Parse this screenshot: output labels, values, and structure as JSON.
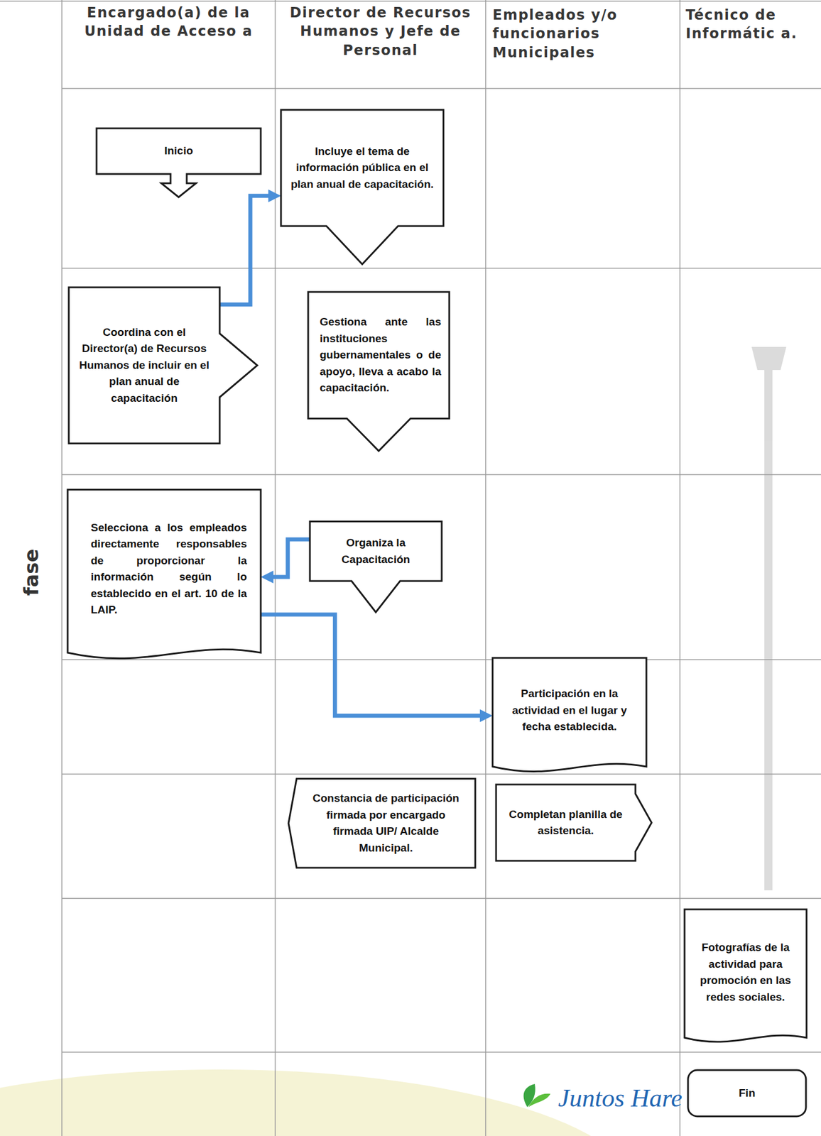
{
  "diagram": {
    "nodes": [
      {
        "text": [
          "Inicio"
        ]
      },
      {
        "text": [
          "Incluye el tema de información pública en el plan anual de capacitación."
        ]
      },
      {
        "text": [
          "Coordina con el Director(a) de Recursos Humanos de incluir en el plan anual de capacitación"
        ]
      },
      {
        "text": [
          "Gestiona ante las instituciones gubernamentales o de apoyo, lleva a acabo la capacitación."
        ]
      },
      {
        "text": [
          "Selecciona a los empleados directamente responsables de proporcionar la información según lo establecido en el art. 10 de la LAIP."
        ]
      },
      {
        "text": [
          "Organiza la Capacitación"
        ]
      },
      {
        "text": [
          "Participación en la actividad en el lugar y fecha establecida."
        ]
      },
      {
        "text": [
          "Constancia de participación firmada por encargado firmada UIP/ Alcalde Municipal."
        ]
      },
      {
        "text": [
          "Completan planilla de asistencia."
        ]
      },
      {
        "text": [
          "Fotografías de la actividad para promoción en las redes sociales."
        ]
      },
      {
        "text": [
          "Fin"
        ]
      }
    ],
    "edges": [
      {
        "from": 2,
        "to": 1,
        "arrow": "to"
      },
      {
        "from": 5,
        "to": 4,
        "arrow": "to"
      },
      {
        "from": 4,
        "to": 6,
        "arrow": "to"
      }
    ],
    "labels": [
      "Encargado(a) de la Unidad de Acceso a",
      "Director de Recursos Humanos y Jefe de Personal",
      "Empleados y/o funcionarios Municipales",
      "Técnico de Informátic a.",
      "fase",
      "Juntos Hare"
    ]
  }
}
